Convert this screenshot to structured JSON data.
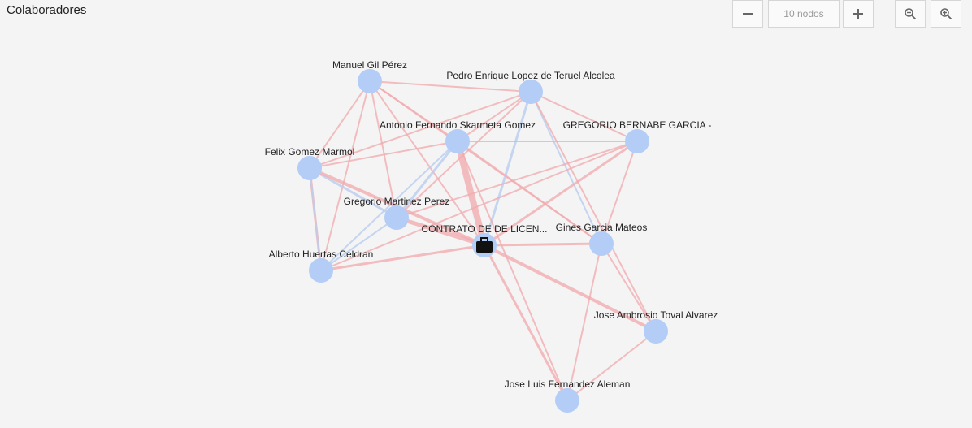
{
  "title": "Colaboradores",
  "controls": {
    "nodes_placeholder": "10 nodos",
    "decrease_icon": "minus-icon",
    "increase_icon": "plus-icon",
    "zoom_out_icon": "zoom-out-icon",
    "zoom_in_icon": "zoom-in-icon"
  },
  "colors": {
    "node": "#b3cdf7",
    "edge_red": "#f2a9ad",
    "edge_blue": "#b9cdef",
    "center_icon": "#111111"
  },
  "graph": {
    "nodes": [
      {
        "id": "manuel",
        "label": "Manuel Gil Pérez"
      },
      {
        "id": "pedro",
        "label": "Pedro Enrique Lopez de Teruel Alcolea"
      },
      {
        "id": "antonio",
        "label": "Antonio Fernando Skarmeta Gomez"
      },
      {
        "id": "gregorio_b",
        "label": "GREGORIO BERNABE GARCIA -"
      },
      {
        "id": "felix",
        "label": "Felix Gomez Marmol"
      },
      {
        "id": "gregorio_m",
        "label": "Gregorio Martinez Perez"
      },
      {
        "id": "contrato",
        "label": "CONTRATO DE DE LICEN...",
        "icon": "briefcase-icon"
      },
      {
        "id": "gines",
        "label": "Gines Garcia Mateos"
      },
      {
        "id": "alberto",
        "label": "Alberto Huertas Celdran"
      },
      {
        "id": "jose_a",
        "label": "Jose Ambrosio Toval Alvarez"
      },
      {
        "id": "jose_l",
        "label": "Jose Luis Fernandez Aleman"
      }
    ]
  }
}
